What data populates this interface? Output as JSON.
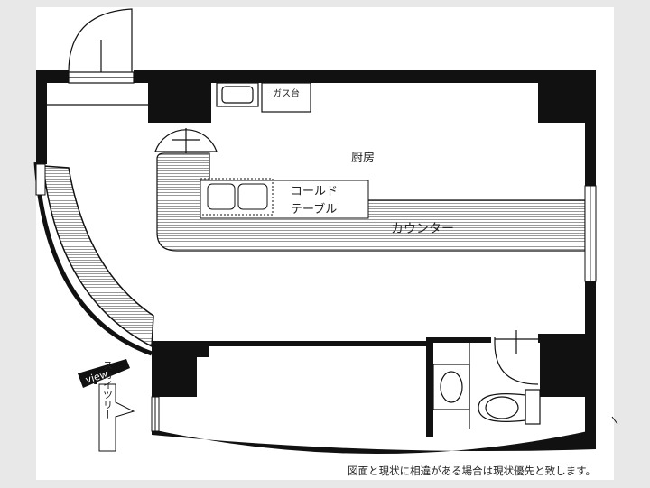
{
  "labels": {
    "gas_stand": "ガス台",
    "kitchen": "厨房",
    "cold_table_line1": "コールド",
    "cold_table_line2": "テーブル",
    "counter": "カウンター",
    "view": "view",
    "skytree": "スカイツリー"
  },
  "footer_note": "図面と現状に相違がある場合は現状優先と致します。",
  "colors": {
    "background": "#e8e8e8",
    "paper": "#ffffff",
    "wall": "#111111"
  }
}
